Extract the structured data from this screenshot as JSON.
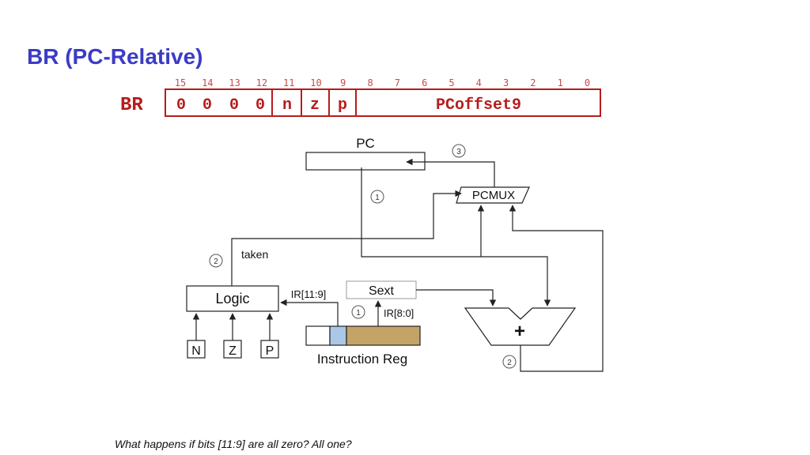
{
  "slide": {
    "title": "BR (PC-Relative)",
    "question": "What happens if bits [11:9] are all zero?  All one?"
  },
  "instruction_format": {
    "name": "BR",
    "bit_numbers": [
      "15",
      "14",
      "13",
      "12",
      "11",
      "10",
      "9",
      "8",
      "7",
      "6",
      "5",
      "4",
      "3",
      "2",
      "1",
      "0"
    ],
    "opcode_bits": [
      "0",
      "0",
      "0",
      "0"
    ],
    "cond_bits": [
      "n",
      "z",
      "p"
    ],
    "offset_label": "PCoffset9"
  },
  "diagram": {
    "pc_label": "PC",
    "pcmux_label": "PCMUX",
    "taken_label": "taken",
    "logic_label": "Logic",
    "ir_11_9_label": "IR[11:9]",
    "sext_label": "Sext",
    "ir_8_0_label": "IR[8:0]",
    "adder_symbol": "+",
    "instruction_reg_label": "Instruction Reg",
    "flags": [
      "N",
      "Z",
      "P"
    ],
    "step_markers": {
      "step_pc": "1",
      "step_logic": "2",
      "step_pcmux": "3",
      "step_sext": "1",
      "step_adder": "2"
    },
    "colors": {
      "format_red": "#b71c1c",
      "ir_cond_blue": "#a9c8e6",
      "ir_offset_tan": "#c4a466"
    }
  }
}
